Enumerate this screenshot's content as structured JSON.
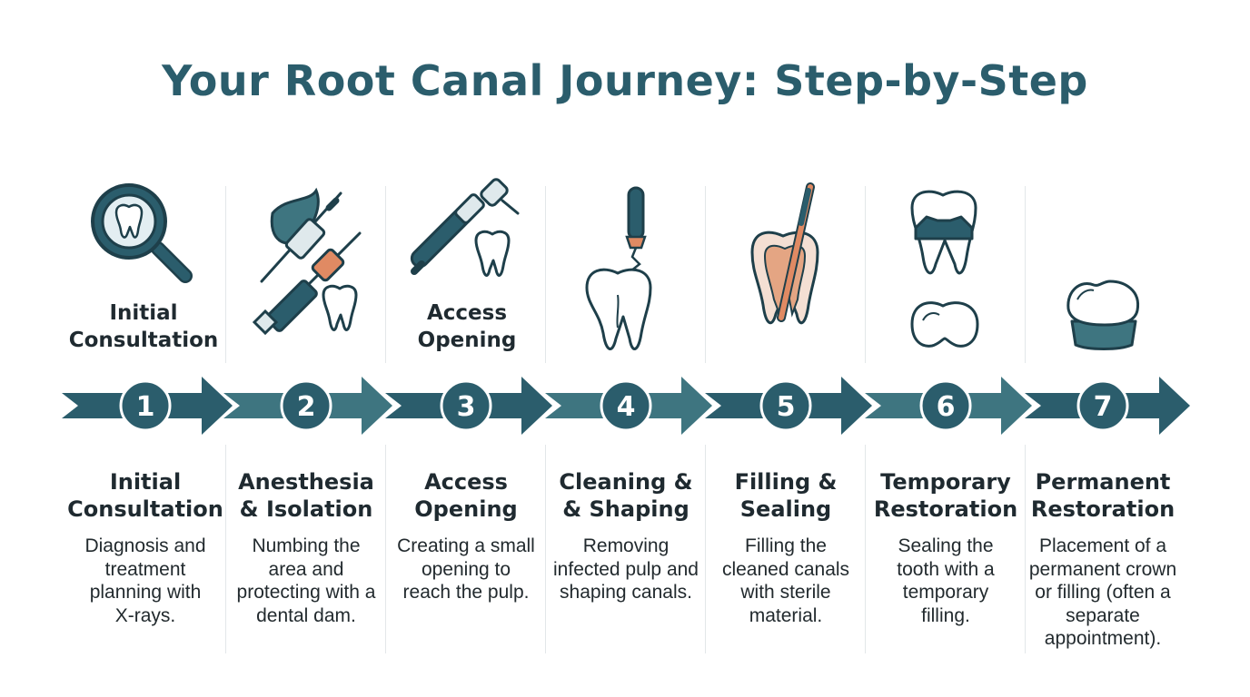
{
  "title": "Your Root Canal Journey: Step-by-Step",
  "icon_labels": [
    {
      "lines": [
        "Initial",
        "Consultation"
      ]
    },
    {
      "lines": [
        "Access",
        "Opening"
      ]
    }
  ],
  "steps": [
    {
      "number": "1",
      "title_lines": [
        "Initial",
        "Consultation"
      ],
      "desc_lines": [
        "Diagnosis and",
        "treatment",
        "planning with",
        "X-rays."
      ],
      "icon": "magnifier-tooth-icon"
    },
    {
      "number": "2",
      "title_lines": [
        "Anesthesia",
        "& Isolation"
      ],
      "desc_lines": [
        "Numbing the",
        "area and",
        "protecting with a",
        "dental dam."
      ],
      "icon": "syringe-tooth-icon"
    },
    {
      "number": "3",
      "title_lines": [
        "Access",
        "Opening"
      ],
      "desc_lines": [
        "Creating a small",
        "opening to",
        "reach the pulp."
      ],
      "icon": "dental-drill-icon"
    },
    {
      "number": "4",
      "title_lines": [
        "Cleaning &",
        "& Shaping"
      ],
      "desc_lines": [
        "Removing",
        "infected pulp and",
        "shaping canals."
      ],
      "icon": "endodontic-file-icon"
    },
    {
      "number": "5",
      "title_lines": [
        "Filling &",
        "Sealing"
      ],
      "desc_lines": [
        "Filling the",
        "cleaned canals",
        "with sterile",
        "material."
      ],
      "icon": "filled-canal-icon"
    },
    {
      "number": "6",
      "title_lines": [
        "Temporary",
        "Restoration"
      ],
      "desc_lines": [
        "Sealing the",
        "tooth with a",
        "temporary",
        "filling."
      ],
      "icon": "temporary-filling-icon"
    },
    {
      "number": "7",
      "title_lines": [
        "Permanent",
        "Restoration"
      ],
      "desc_lines": [
        "Placement of a",
        "permanent crown",
        "or filling (often a",
        "separate",
        "appointment)."
      ],
      "icon": "crown-icon"
    }
  ],
  "colors": {
    "primary": "#2b5d6c",
    "arrow_dark": "#2b5d6c",
    "arrow_light": "#3e7580",
    "text": "#1f2a30",
    "accent_orange": "#e08a63",
    "tooth_fill": "#ffffff"
  }
}
